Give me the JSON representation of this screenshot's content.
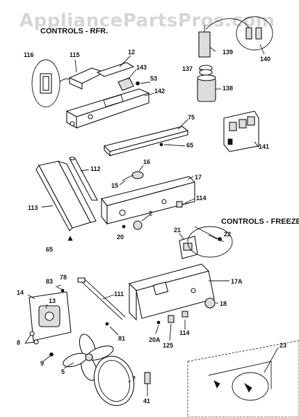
{
  "watermark": "AppliancePartsPros.com",
  "sections": {
    "refrigerator_controls": "CONTROLS - RFR.",
    "freezer_controls": "CONTROLS - FREEZER"
  },
  "part_labels": {
    "p116": "116",
    "p115": "115",
    "p12": "12",
    "p143": "143",
    "p53": "53",
    "p142": "142",
    "p139": "139",
    "p140": "140",
    "p137": "137",
    "p138": "138",
    "p141": "141",
    "p75": "75",
    "p65a": "65",
    "p112": "112",
    "p16": "16",
    "p15": "15",
    "p17": "17",
    "p113": "113",
    "p114a": "114",
    "p2": "2",
    "p20": "20",
    "p65b": "65",
    "p21": "21",
    "p22": "22",
    "p83": "83",
    "p78": "78",
    "p14": "14",
    "p13": "13",
    "p111": "111",
    "p17a": "17A",
    "p18": "18",
    "p8": "8",
    "p81": "81",
    "p9": "9",
    "p20a": "20A",
    "p114b": "114",
    "p125": "125",
    "p5": "5",
    "p7": "7",
    "p23": "23",
    "p41": "41"
  }
}
